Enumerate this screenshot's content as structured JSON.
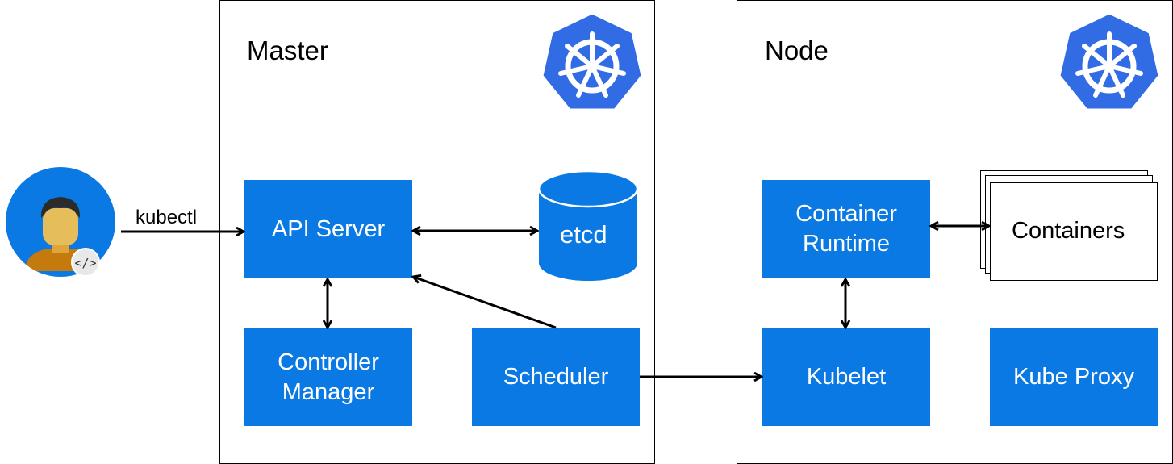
{
  "master": {
    "title": "Master"
  },
  "node": {
    "title": "Node"
  },
  "components": {
    "api_server": "API Server",
    "etcd": "etcd",
    "controller_manager": [
      "Controller",
      "Manager"
    ],
    "scheduler": "Scheduler",
    "container_runtime": [
      "Container",
      "Runtime"
    ],
    "containers": "Containers",
    "kubelet": "Kubelet",
    "kube_proxy": "Kube Proxy"
  },
  "edges": {
    "user_to_api": "kubectl"
  },
  "icons": {
    "logo": "kubernetes-helm-icon",
    "user": "developer-avatar-icon"
  },
  "colors": {
    "component": "#0b79e3",
    "logo": "#326ce5",
    "user_bg": "#0b79e3"
  }
}
